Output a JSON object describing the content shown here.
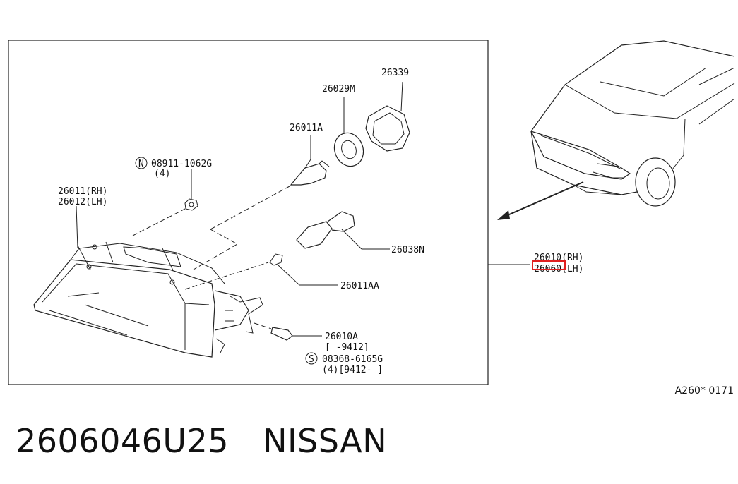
{
  "colors": {
    "highlight": "#e02020",
    "line": "#222222",
    "background": "#ffffff"
  },
  "labels": {
    "bolt_qty_a": "(4)",
    "bolt_a": "08911-1062G",
    "bolt_a_prefix": "N",
    "lamp_rh": "26011(RH)",
    "lamp_lh": "26012(LH)",
    "bulb": "26011A",
    "ring": "26029M",
    "cap": "26339",
    "socket": "26038N",
    "small_bulb": "26011AA",
    "screw": "26010A",
    "screw_range": "[  -9412]",
    "screw_b_prefix": "S",
    "screw_b": "08368-6165G",
    "screw_b_range": "(4)[9412-  ]",
    "assy_rh": "26010(RH)",
    "assy_lh": "26060(LH)"
  },
  "figure_code": "A260* 0171",
  "caption": {
    "part_number": "2606046U25",
    "brand": "NISSAN"
  }
}
